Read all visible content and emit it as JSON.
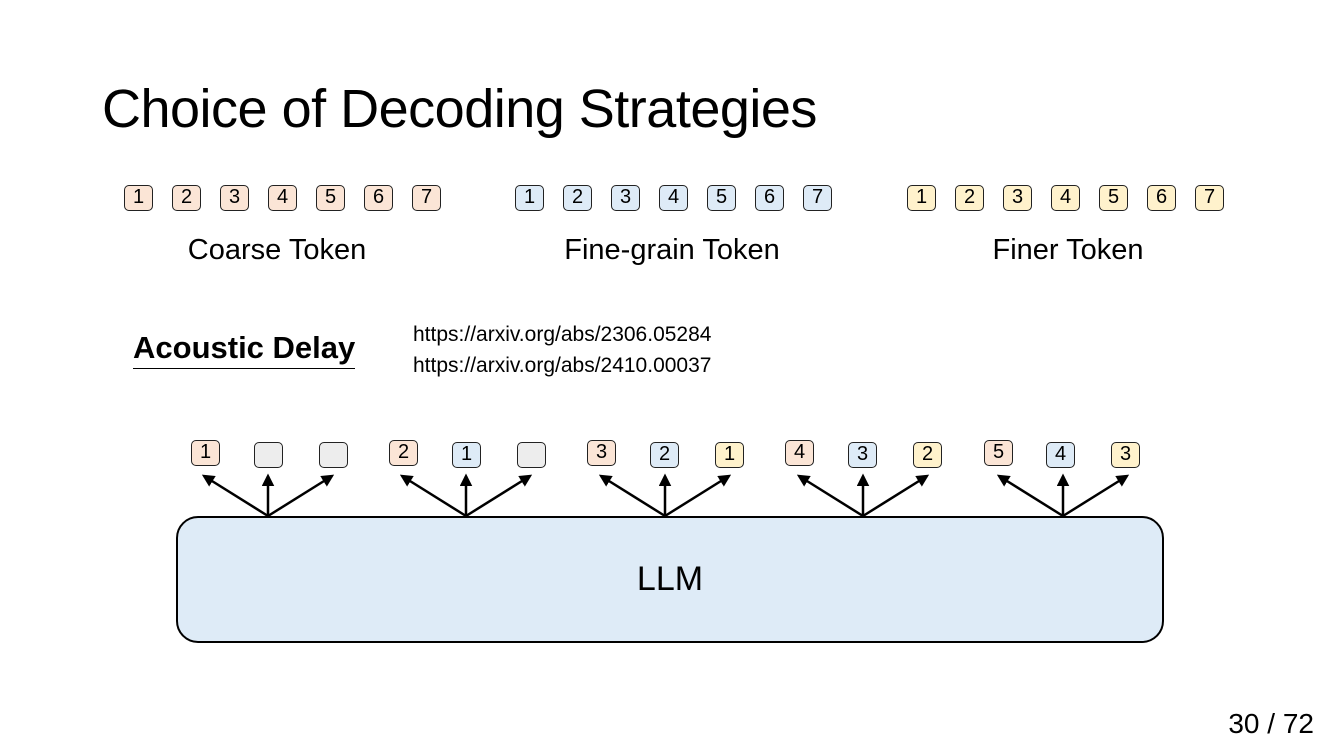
{
  "slide": {
    "title": "Choice of Decoding Strategies",
    "page": "30 / 72"
  },
  "token_groups": [
    {
      "label": "Coarse Token",
      "color": "#fbe5d6",
      "tokens": [
        "1",
        "2",
        "3",
        "4",
        "5",
        "6",
        "7"
      ]
    },
    {
      "label": "Fine-grain Token",
      "color": "#deebf7",
      "tokens": [
        "1",
        "2",
        "3",
        "4",
        "5",
        "6",
        "7"
      ]
    },
    {
      "label": "Finer Token",
      "color": "#fff2cc",
      "tokens": [
        "1",
        "2",
        "3",
        "4",
        "5",
        "6",
        "7"
      ]
    }
  ],
  "acoustic_delay": {
    "title": "Acoustic Delay",
    "links": [
      "https://arxiv.org/abs/2306.05284",
      "https://arxiv.org/abs/2410.00037"
    ]
  },
  "decoding_steps": [
    {
      "coarse": "1",
      "fine": "",
      "finer": ""
    },
    {
      "coarse": "2",
      "fine": "1",
      "finer": ""
    },
    {
      "coarse": "3",
      "fine": "2",
      "finer": "1"
    },
    {
      "coarse": "4",
      "fine": "3",
      "finer": "2"
    },
    {
      "coarse": "5",
      "fine": "4",
      "finer": "3"
    }
  ],
  "llm": {
    "label": "LLM",
    "color": "#deebf7"
  }
}
